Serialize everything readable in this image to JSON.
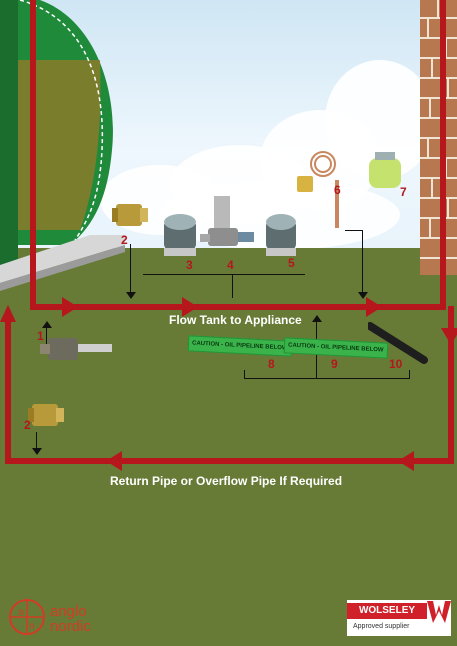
{
  "labels": {
    "flow": "Flow Tank to Appliance",
    "return": "Return Pipe or Overflow Pipe If Required"
  },
  "numbers": {
    "n1": "1",
    "n2a": "2",
    "n2b": "2",
    "n3": "3",
    "n4": "4",
    "n5": "5",
    "n6": "6",
    "n7": "7",
    "n8": "8",
    "n9": "9",
    "n10": "10"
  },
  "tapes": {
    "t1": "CAUTION - OIL PIPELINE BELOW",
    "t2": "CAUTION - OIL PIPELINE BELOW"
  },
  "logos": {
    "anglo_line1": "anglo",
    "anglo_line2": "nordic",
    "wolseley_name": "WOLSELEY",
    "wolseley_sub": "Approved supplier"
  },
  "colors": {
    "pipe": "#b5171c",
    "grass": "#677b36",
    "tank": "#1f8a3a"
  }
}
